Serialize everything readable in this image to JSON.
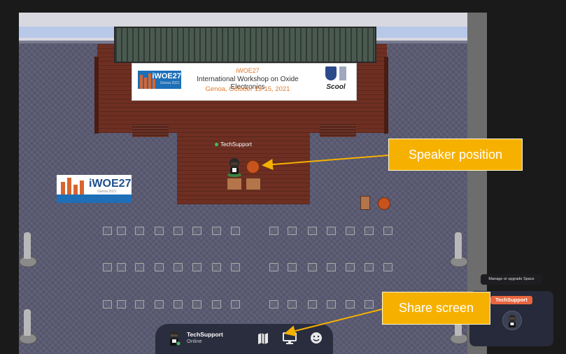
{
  "banner": {
    "event_short": "iWOE27",
    "event_name": "International Workshop on Oxide Electronics",
    "event_dates": "Genoa, October 13-15, 2021",
    "logo_text": "iWOE27",
    "logo_sub": "Genoa 2021",
    "partner_text": "Scool"
  },
  "left_sign": {
    "logo_text": "iWOE27",
    "logo_sub": "Genoa 2021"
  },
  "player": {
    "nametag": "TechSupport"
  },
  "toolbar": {
    "user_name": "TechSupport",
    "user_status": "Online"
  },
  "right_panel": {
    "tooltip": "Manage or upgrade Space",
    "video_badge": "TechSupport"
  },
  "callouts": {
    "speaker_position": "Speaker position",
    "share_screen": "Share screen"
  },
  "colors": {
    "callout": "#f6b100",
    "badge": "#e8663f",
    "toolbar": "#2a2d3e",
    "floor": "#5a5a72",
    "stage": "#6e2f22"
  }
}
